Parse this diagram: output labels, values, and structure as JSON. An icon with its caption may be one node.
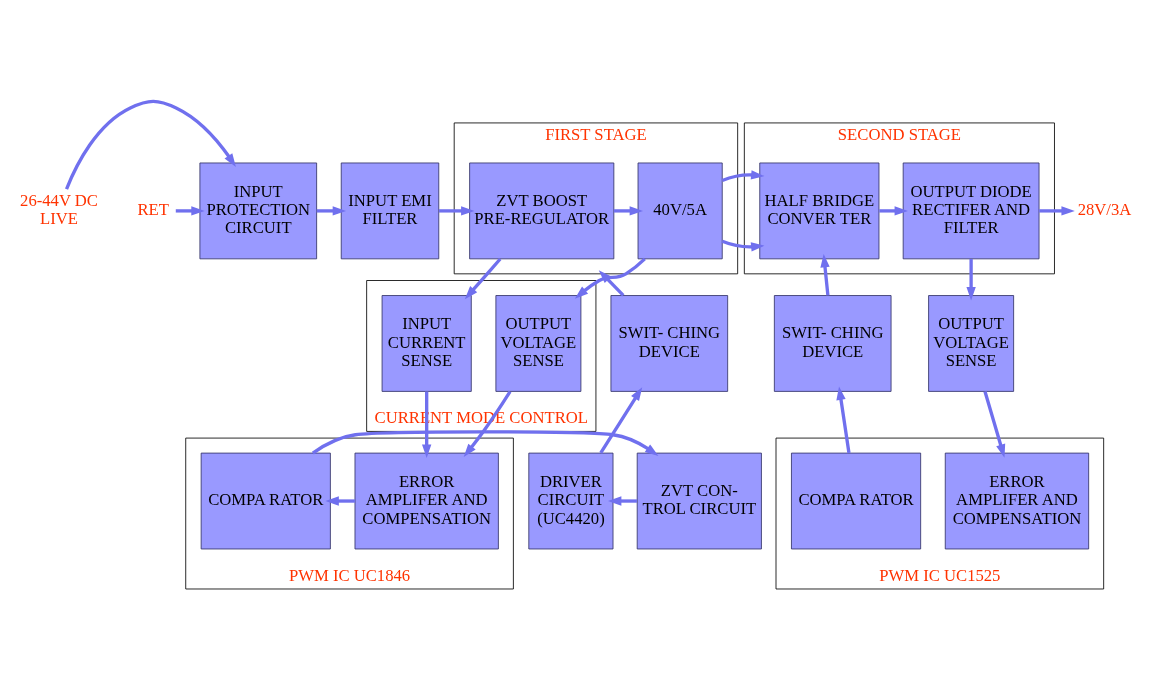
{
  "diagram": {
    "nodes": [
      {
        "text": [
          "26-44V DC LIVE"
        ]
      },
      {
        "text": [
          "RET"
        ]
      },
      {
        "text": [
          "INPUT PROTECTION CIRCUIT"
        ]
      },
      {
        "text": [
          "INPUT EMI FILTER"
        ]
      },
      {
        "text": [
          "FIRST STAGE"
        ]
      },
      {
        "text": [
          "ZVT BOOST PRE-REGULATOR"
        ],
        "in": 4
      },
      {
        "text": [
          "40V/5A"
        ],
        "in": 4
      },
      {
        "text": [
          "SECOND STAGE"
        ]
      },
      {
        "text": [
          "HALF BRIDGE CONVER TER"
        ],
        "in": 7
      },
      {
        "text": [
          "OUTPUT DIODE RECTIFER AND FILTER"
        ],
        "in": 7
      },
      {
        "text": [
          "28V/3A"
        ]
      },
      {
        "text": [
          "CURRENT MODE CONTROL"
        ]
      },
      {
        "text": [
          "INPUT CURRENT SENSE"
        ],
        "in": 11
      },
      {
        "text": [
          "OUTPUT VOLTAGE SENSE"
        ],
        "in": 11
      },
      {
        "text": [
          "SWIT- CHING DEVICE"
        ]
      },
      {
        "text": [
          "SWIT- CHING DEVICE"
        ]
      },
      {
        "text": [
          "OUTPUT VOLTAGE SENSE"
        ]
      },
      {
        "text": [
          "PWM IC UC1846"
        ]
      },
      {
        "text": [
          "COMPA RATOR"
        ],
        "in": 17
      },
      {
        "text": [
          "ERROR AMPLIFER AND COMPENSATION"
        ],
        "in": 17
      },
      {
        "text": [
          "PWM IC UC1525"
        ]
      },
      {
        "text": [
          "COMPA RATOR"
        ],
        "in": 20
      },
      {
        "text": [
          "ERROR AMPLIFER AND COMPENSATION"
        ],
        "in": 20
      },
      {
        "text": [
          "DRIVER CIRCUIT (UC4420)"
        ]
      },
      {
        "text": [
          "ZVT CON- TROL CIRCUIT"
        ]
      }
    ],
    "edges": [
      {
        "from": 0,
        "to": 2,
        "arrow": "to"
      },
      {
        "from": 1,
        "to": 2,
        "arrow": "to"
      },
      {
        "from": 2,
        "to": 3,
        "arrow": "to"
      },
      {
        "from": 3,
        "to": 5,
        "arrow": "to"
      },
      {
        "from": 5,
        "to": 6,
        "arrow": "to"
      },
      {
        "from": 6,
        "to": 8,
        "arrow": "to"
      },
      {
        "from": 8,
        "to": 9,
        "arrow": "to"
      },
      {
        "from": 9,
        "to": 10,
        "arrow": "to"
      },
      {
        "from": 5,
        "to": 12,
        "arrow": "to"
      },
      {
        "from": 6,
        "to": 13,
        "arrow": "to"
      },
      {
        "from": 9,
        "to": 16,
        "arrow": "to"
      },
      {
        "from": 14,
        "to": 4,
        "arrow": "to"
      },
      {
        "from": 23,
        "to": 14,
        "arrow": "to"
      },
      {
        "from": 12,
        "to": 19,
        "arrow": "to"
      },
      {
        "from": 13,
        "to": 19,
        "arrow": "to"
      },
      {
        "from": 19,
        "to": 18,
        "arrow": "to"
      },
      {
        "from": 18,
        "to": 24,
        "arrow": "to"
      },
      {
        "from": 24,
        "to": 23,
        "arrow": "to"
      },
      {
        "from": 16,
        "to": 22,
        "arrow": "to"
      },
      {
        "from": 21,
        "to": 15,
        "arrow": "to"
      },
      {
        "from": 15,
        "to": 8,
        "arrow": "to"
      }
    ]
  }
}
